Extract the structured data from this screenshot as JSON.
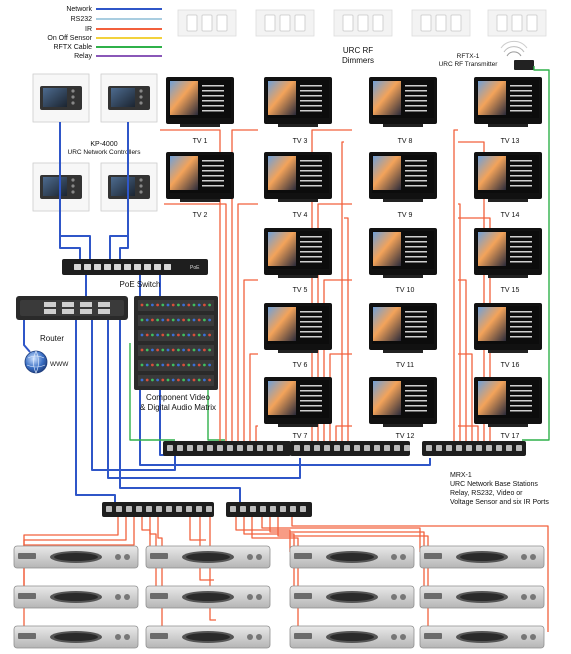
{
  "legend": [
    {
      "label": "Network",
      "color": "#2f56c8"
    },
    {
      "label": "RS232",
      "color": "#a9cde0"
    },
    {
      "label": "IR",
      "color": "#f2603c"
    },
    {
      "label": "On Off Sensor",
      "color": "#f2d23c"
    },
    {
      "label": "RFTX Cable",
      "color": "#2fb14a"
    },
    {
      "label": "Relay",
      "color": "#8a57b8"
    }
  ],
  "labels": {
    "rf_dimmers_line1": "URC RF",
    "rf_dimmers_line2": "Dimmers",
    "rftx_line1": "RFTX-1",
    "rftx_line2": "URC RF Transmitter",
    "kp_line1": "KP-4000",
    "kp_line2": "URC Network Controllers",
    "poe_switch": "PoE Switch",
    "router": "Router",
    "www": "WWW",
    "matrix_line1": "Component Video",
    "matrix_line2": "& Digital Audio Matrix",
    "mrx_line1": "MRX-1",
    "mrx_line2": "URC Network Base Stations",
    "mrx_line3": "Relay, RS232, Video or",
    "mrx_line4": "Voltage Sensor and six IR Ports"
  },
  "tvs": [
    "TV 1",
    "TV 2",
    "TV 3",
    "TV 4",
    "TV 5",
    "TV 6",
    "TV 7",
    "TV 8",
    "TV 9",
    "TV 10",
    "TV 11",
    "TV 12",
    "TV 13",
    "TV 14",
    "TV 15",
    "TV 16",
    "TV 17"
  ],
  "colors": {
    "network": "#2f56c8",
    "ir": "#f2603c",
    "rftx": "#2fb14a",
    "relay": "#8a57b8"
  }
}
